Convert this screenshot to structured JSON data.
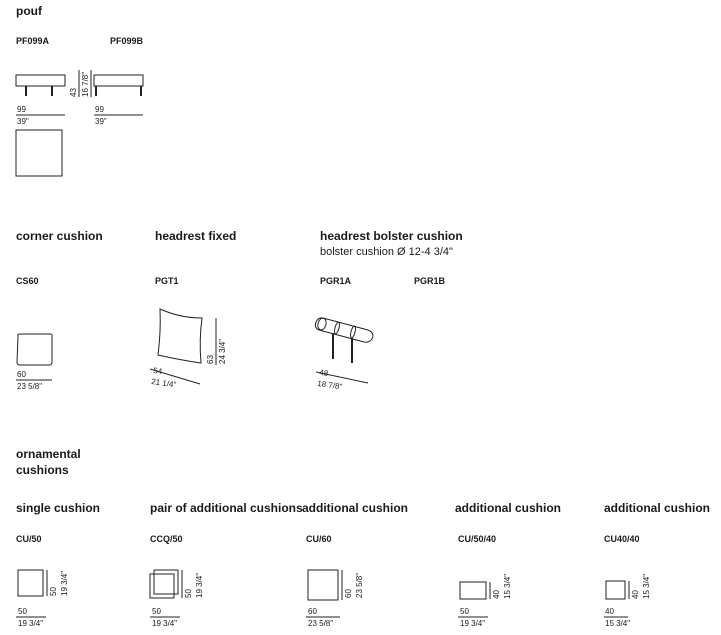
{
  "pouf": {
    "title": "pouf",
    "codes": [
      "PF099A",
      "PF099B"
    ],
    "height_cm": "43",
    "height_in": "16 7/8\"",
    "width_a_cm": "99",
    "width_a_in": "39\"",
    "width_b_cm": "99",
    "width_b_in": "39\""
  },
  "corner_cushion": {
    "title": "corner cushion",
    "code": "CS60",
    "width_cm": "60",
    "width_in": "23 5/8\""
  },
  "headrest_fixed": {
    "title": "headrest fixed",
    "code": "PGT1",
    "width_cm": "54",
    "width_in": "21 1/4\"",
    "height_cm": "63",
    "height_in": "24 3/4\""
  },
  "headrest_bolster": {
    "title": "headrest bolster cushion",
    "subtitle": "bolster cushion Ø 12-4 3/4\"",
    "codes": [
      "PGR1A",
      "PGR1B"
    ],
    "width_cm": "48",
    "width_in": "18 7/8\""
  },
  "ornamental": {
    "title_line1": "ornamental",
    "title_line2": "cushions",
    "items": [
      {
        "title": "single cushion",
        "code": "CU/50",
        "w_cm": "50",
        "w_in": "19 3/4\"",
        "h_cm": "50",
        "h_in": "19 3/4\""
      },
      {
        "title": "pair of additional cushions",
        "code": "CCQ/50",
        "w_cm": "50",
        "w_in": "19 3/4\"",
        "h_cm": "50",
        "h_in": "19 3/4\""
      },
      {
        "title": "additional cushion",
        "code": "CU/60",
        "w_cm": "60",
        "w_in": "23 5/8\"",
        "h_cm": "60",
        "h_in": "23 5/8\""
      },
      {
        "title": "additional cushion",
        "code": "CU/50/40",
        "w_cm": "50",
        "w_in": "19 3/4\"",
        "h_cm": "40",
        "h_in": "15 3/4\""
      },
      {
        "title": "additional cushion",
        "code": "CU40/40",
        "w_cm": "40",
        "w_in": "15 3/4\"",
        "h_cm": "40",
        "h_in": "15 3/4\""
      }
    ]
  }
}
